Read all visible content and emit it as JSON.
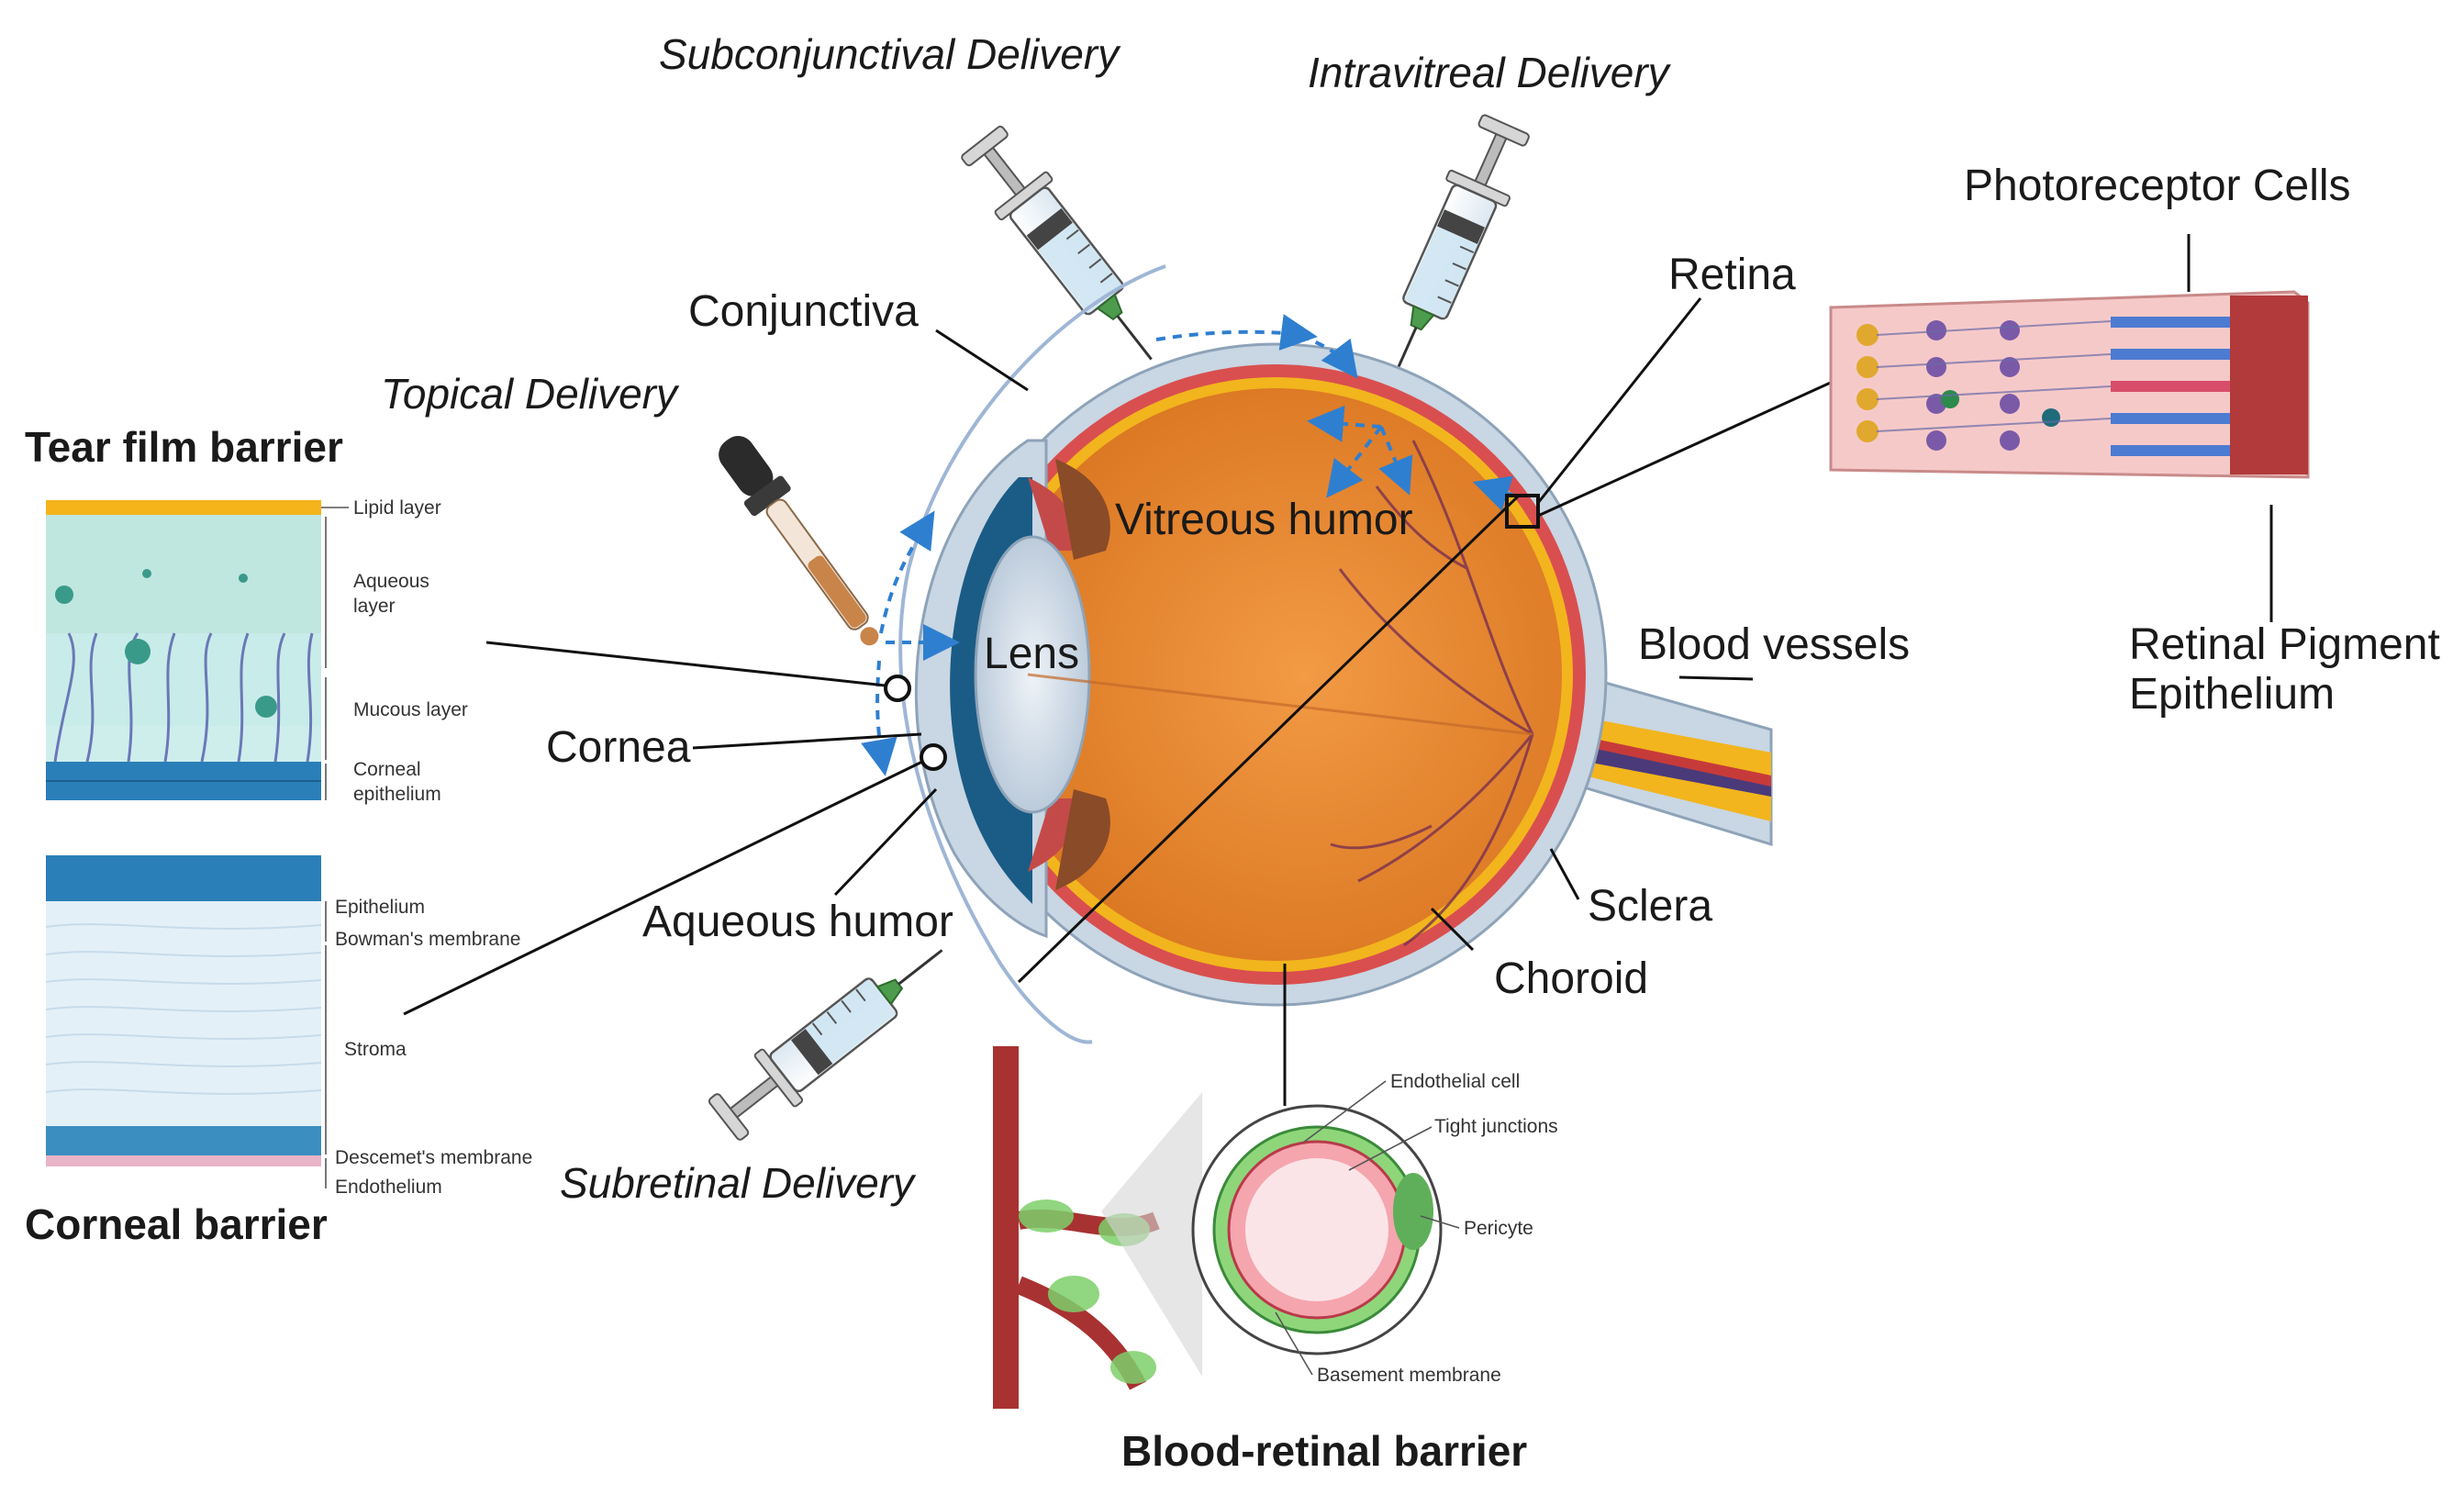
{
  "delivery_routes": {
    "subconjunctival": "Subconjunctival Delivery",
    "intravitreal": "Intravitreal Delivery",
    "topical": "Topical Delivery",
    "subretinal": "Subretinal Delivery"
  },
  "eye_labels": {
    "conjunctiva": "Conjunctiva",
    "retina": "Retina",
    "vitreous_humor": "Vitreous humor",
    "lens": "Lens",
    "cornea": "Cornea",
    "aqueous_humor": "Aqueous humor",
    "blood_vessels": "Blood vessels",
    "sclera": "Sclera",
    "choroid": "Choroid"
  },
  "retina_inset": {
    "photoreceptor_cells": "Photoreceptor Cells",
    "rpe_line1": "Retinal Pigment",
    "rpe_line2": "Epithelium"
  },
  "tear_film": {
    "title": "Tear film barrier",
    "lipid": "Lipid layer",
    "aqueous_line1": "Aqueous",
    "aqueous_line2": "layer",
    "mucous": "Mucous layer",
    "epithelium_line1": "Corneal",
    "epithelium_line2": "epithelium"
  },
  "corneal": {
    "title": "Corneal barrier",
    "epithelium": "Epithelium",
    "bowman": "Bowman's membrane",
    "stroma": "Stroma",
    "descemet": "Descemet's membrane",
    "endothelium": "Endothelium"
  },
  "brb": {
    "title": "Blood-retinal barrier",
    "endothelial": "Endothelial cell",
    "tight": "Tight junctions",
    "pericyte": "Pericyte",
    "basement": "Basement membrane"
  },
  "colors": {
    "eye_orange": "#e8862e",
    "sclera": "#c9d6e3",
    "choroid_red": "#d94f4f",
    "retina_yellow": "#f2b51d",
    "arrow_blue": "#2f7fd0",
    "vessel_red": "#a83232"
  }
}
